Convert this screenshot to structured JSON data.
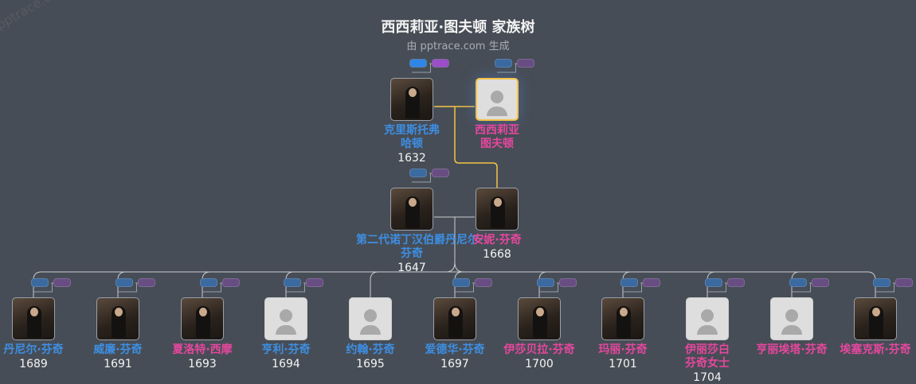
{
  "title": "西西莉亚·图夫顿 家族树",
  "subtitle": "由 pptrace.com 生成",
  "watermark": "pptrace.com",
  "colors": {
    "male": "#3d8fe4",
    "female": "#e6479e",
    "selected": "#f3c343",
    "background": "#474d56"
  },
  "gen1": [
    {
      "name": "克里斯托弗\n哈顿",
      "line1": "克里斯托弗",
      "line2": "哈顿",
      "year": "1632",
      "gender": "male",
      "photo": true
    },
    {
      "name": "西西莉亚\n图夫顿",
      "line1": "西西莉亚",
      "line2": "图夫顿",
      "year": "",
      "gender": "female",
      "photo": false,
      "selected": true
    }
  ],
  "gen2": [
    {
      "line1": "第二代诺丁汉伯爵丹尼尔·",
      "line2": "芬奇",
      "year": "1647",
      "gender": "male",
      "photo": true
    },
    {
      "line1": "安妮·芬奇",
      "line2": "",
      "year": "1668",
      "gender": "female",
      "photo": true
    }
  ],
  "children": [
    {
      "line1": "丹尼尔·芬奇",
      "line2": "",
      "year": "1689",
      "gender": "male",
      "photo": true
    },
    {
      "line1": "威廉·芬奇",
      "line2": "",
      "year": "1691",
      "gender": "male",
      "photo": true
    },
    {
      "line1": "夏洛特·西摩",
      "line2": "",
      "year": "1693",
      "gender": "female",
      "photo": true
    },
    {
      "line1": "亨利·芬奇",
      "line2": "",
      "year": "1694",
      "gender": "male",
      "photo": false
    },
    {
      "line1": "约翰·芬奇",
      "line2": "",
      "year": "1695",
      "gender": "male",
      "photo": false
    },
    {
      "line1": "爱德华·芬奇",
      "line2": "",
      "year": "1697",
      "gender": "male",
      "photo": true
    },
    {
      "line1": "伊莎贝拉·芬奇",
      "line2": "",
      "year": "1700",
      "gender": "female",
      "photo": true
    },
    {
      "line1": "玛丽·芬奇",
      "line2": "",
      "year": "1701",
      "gender": "female",
      "photo": true
    },
    {
      "line1": "伊丽莎白",
      "line2": "芬奇女士",
      "year": "1704",
      "gender": "female",
      "photo": false
    },
    {
      "line1": "亨丽埃塔·芬奇",
      "line2": "",
      "year": "",
      "gender": "female",
      "photo": false
    },
    {
      "line1": "埃塞克斯·芬奇",
      "line2": "",
      "year": "",
      "gender": "female",
      "photo": true
    }
  ]
}
